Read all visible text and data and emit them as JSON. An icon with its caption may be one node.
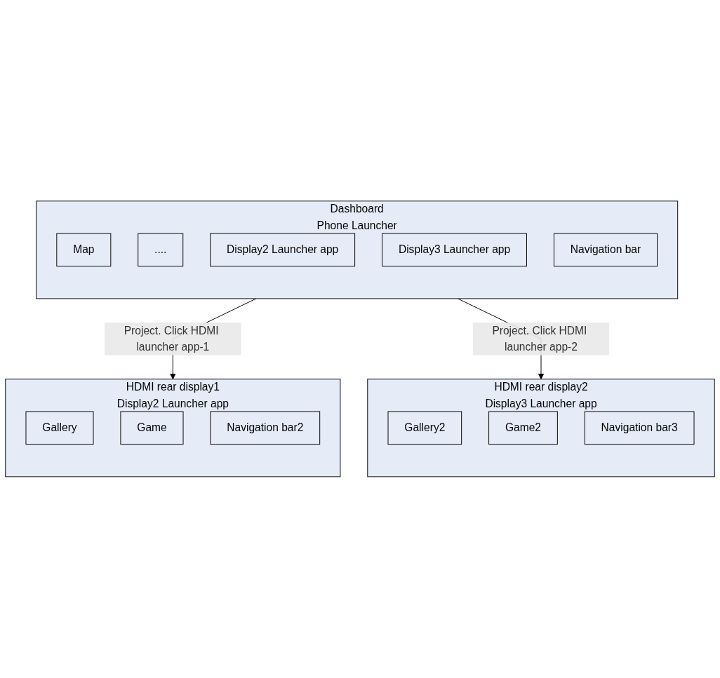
{
  "diagram": {
    "nodes": [
      {
        "text": [
          "Dashboard",
          "Phone Launcher"
        ]
      },
      {
        "text": [
          "Map"
        ],
        "in": 0
      },
      {
        "text": [
          "...."
        ],
        "in": 0
      },
      {
        "text": [
          "Display2 Launcher app"
        ],
        "in": 0
      },
      {
        "text": [
          "Display3 Launcher app"
        ],
        "in": 0
      },
      {
        "text": [
          "Navigation bar"
        ],
        "in": 0
      },
      {
        "text": [
          "HDMI rear display1",
          "Display2 Launcher app"
        ]
      },
      {
        "text": [
          "Gallery"
        ],
        "in": 6
      },
      {
        "text": [
          "Game"
        ],
        "in": 6
      },
      {
        "text": [
          "Navigation bar2"
        ],
        "in": 6
      },
      {
        "text": [
          "HDMI rear display2",
          "Display3 Launcher app"
        ]
      },
      {
        "text": [
          "Gallery2"
        ],
        "in": 10
      },
      {
        "text": [
          "Game2"
        ],
        "in": 10
      },
      {
        "text": [
          "Navigation bar3"
        ],
        "in": 10
      }
    ],
    "edges": [
      {
        "from": 0,
        "to": 6,
        "arrow": "to",
        "label": "Project. Click HDMI launcher app-1"
      },
      {
        "from": 0,
        "to": 10,
        "arrow": "to",
        "label": "Project. Click HDMI launcher app-2"
      }
    ]
  }
}
